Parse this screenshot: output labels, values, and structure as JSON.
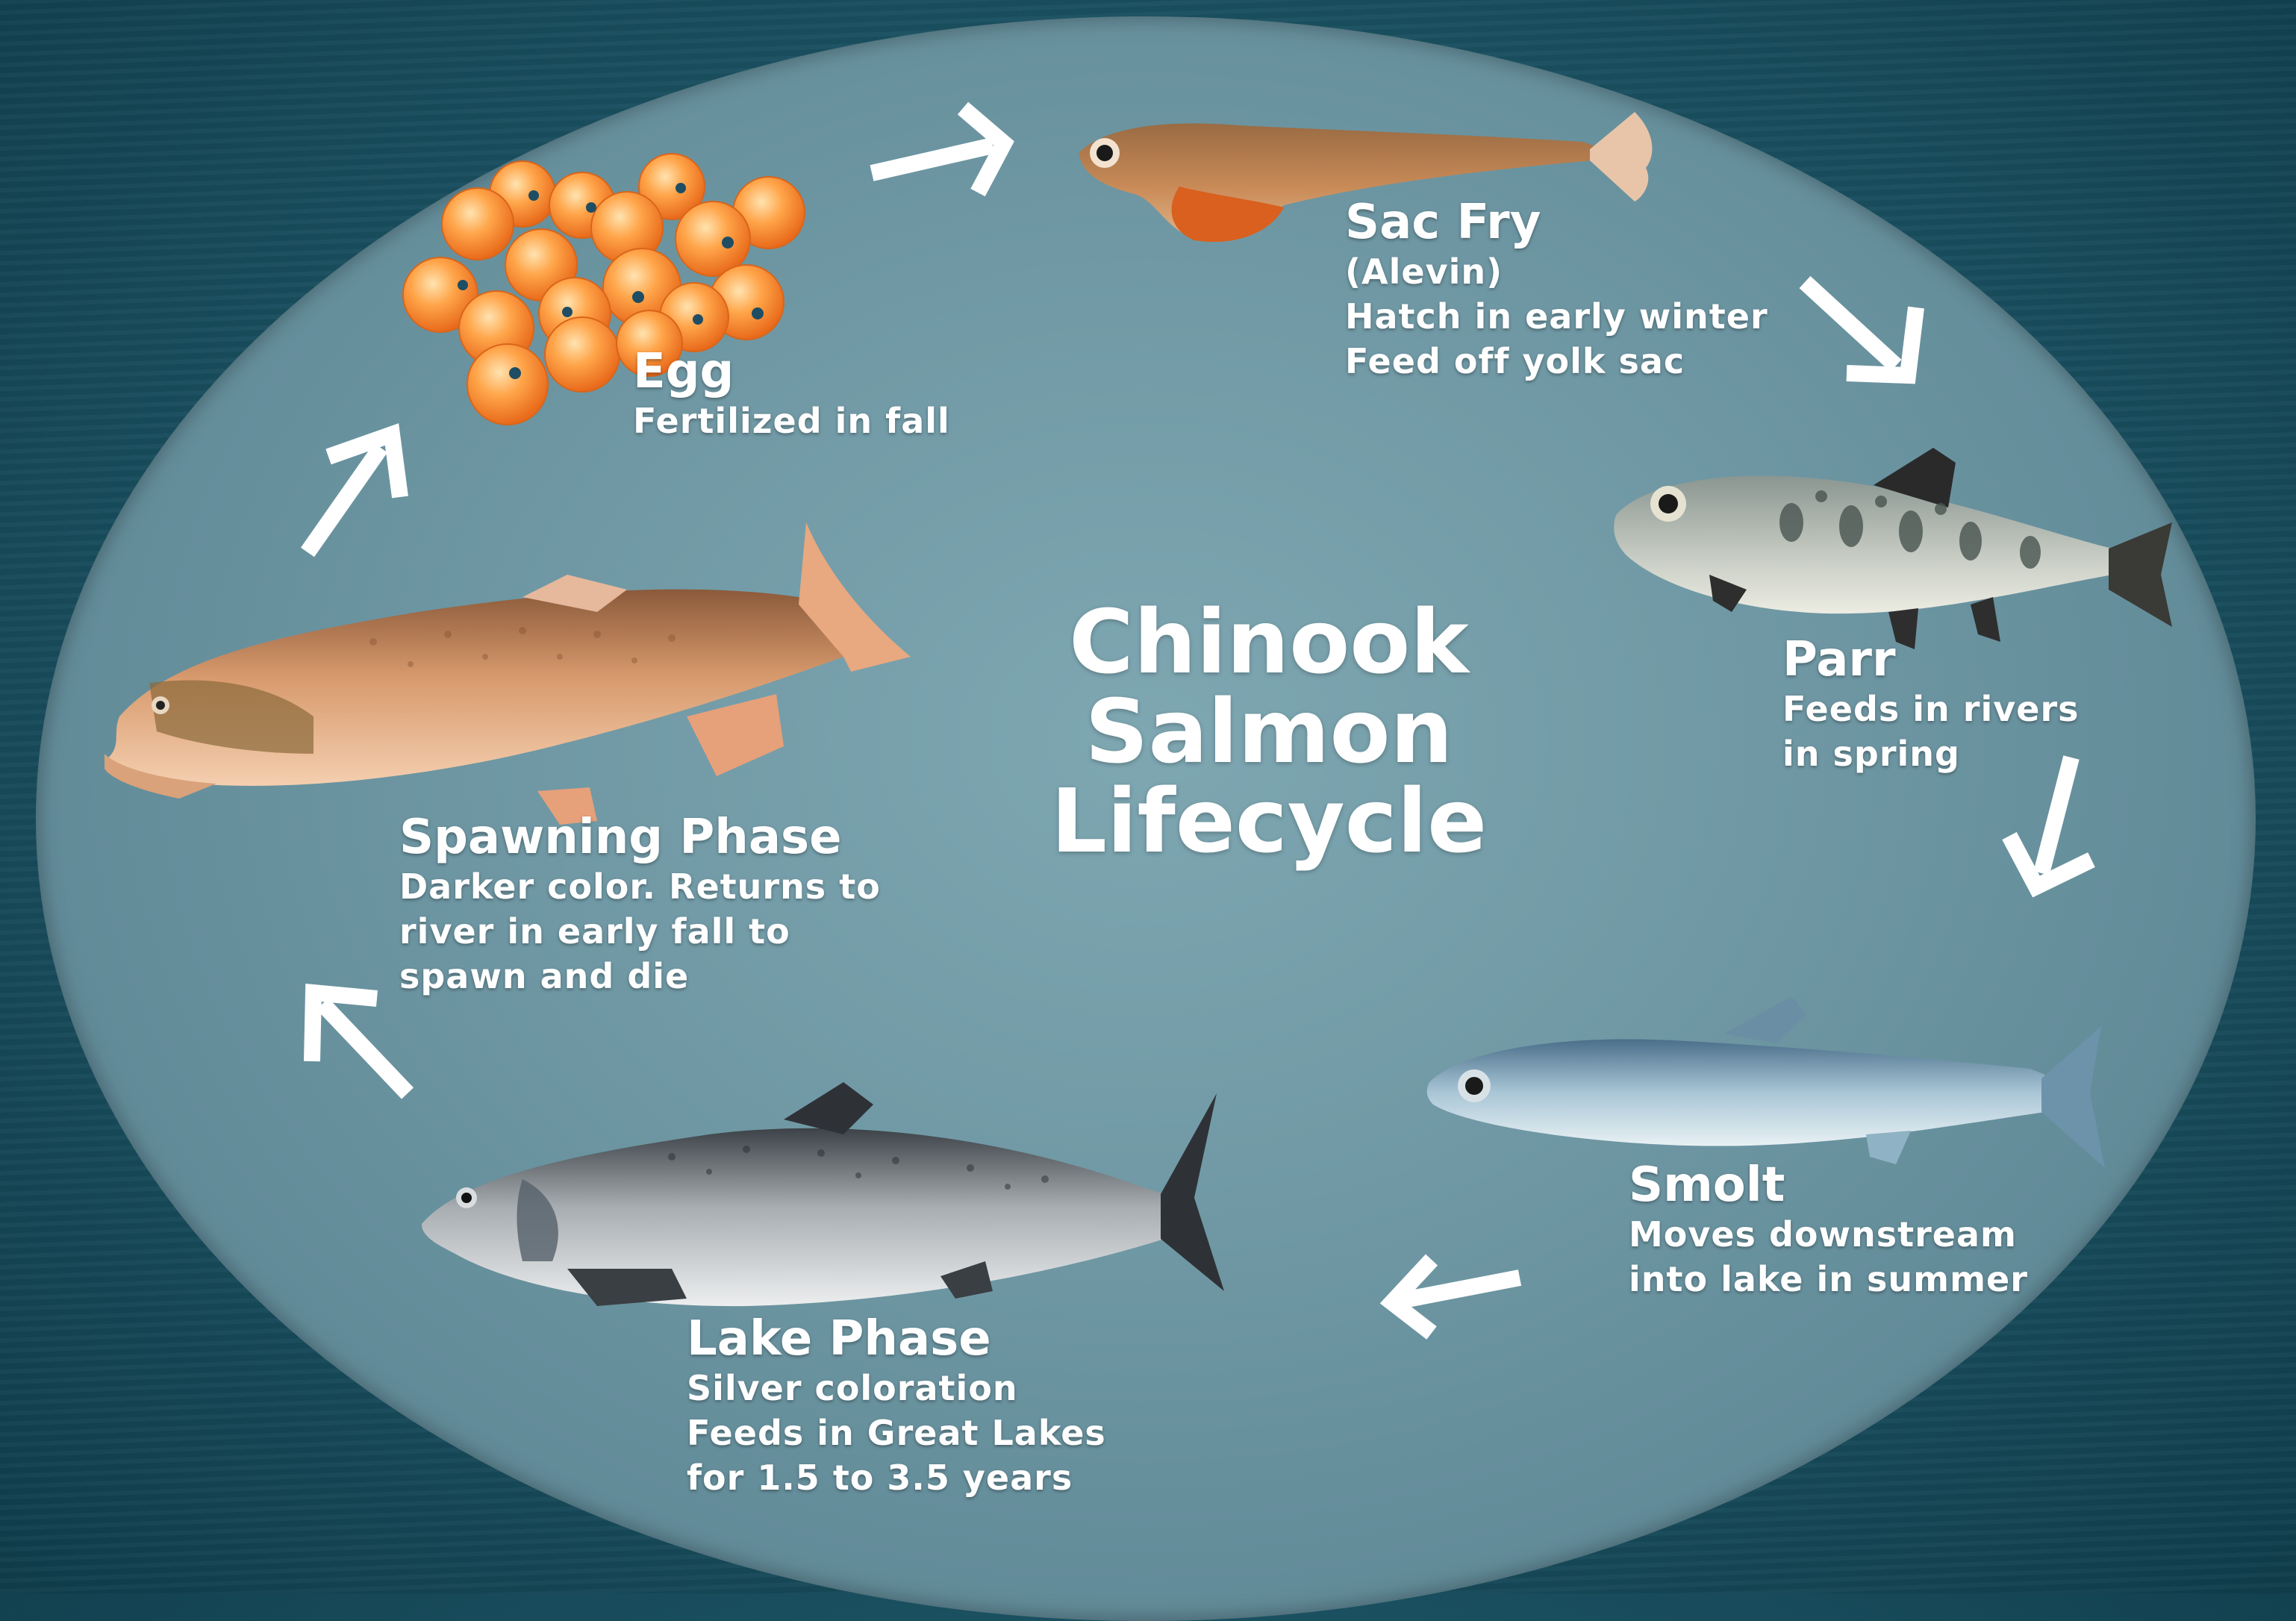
{
  "title": {
    "line1": "Chinook",
    "line2": "Salmon",
    "line3": "Lifecycle"
  },
  "stages": {
    "egg": {
      "name": "Egg",
      "desc": [
        "Fertilized in fall"
      ]
    },
    "sac_fry": {
      "name": "Sac Fry",
      "desc": [
        "(Alevin)",
        "Hatch in early winter",
        "Feed off yolk sac"
      ]
    },
    "parr": {
      "name": "Parr",
      "desc": [
        "Feeds in rivers",
        "in spring"
      ]
    },
    "smolt": {
      "name": "Smolt",
      "desc": [
        "Moves downstream",
        "into lake in summer"
      ]
    },
    "lake_phase": {
      "name": "Lake Phase",
      "desc": [
        "Silver coloration",
        "Feeds in Great Lakes",
        "for 1.5 to 3.5 years"
      ]
    },
    "spawning_phase": {
      "name": "Spawning Phase",
      "desc": [
        "Darker color. Returns to",
        "river in early fall to",
        "spawn and die"
      ]
    }
  },
  "colors": {
    "arrow": "#ffffff",
    "text": "#ffffff",
    "oval": "#6f98a4",
    "background": "#1d5566"
  }
}
